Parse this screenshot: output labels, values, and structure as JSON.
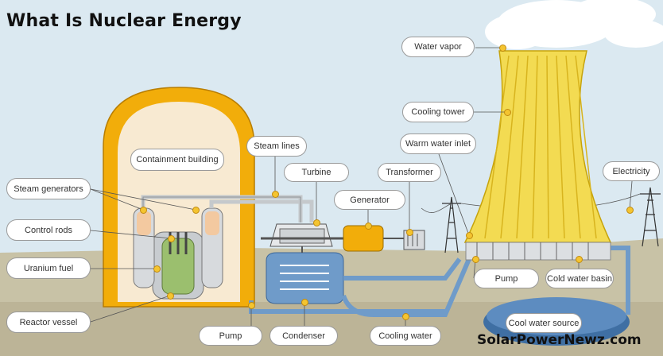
{
  "title": "What Is Nuclear Energy",
  "watermark": "SolarPowerNewz.com",
  "colors": {
    "sky": "#dbe9f1",
    "ground": "#c8c2a6",
    "containment": "#f2ad0a",
    "cooling_tower": "#f3db52",
    "water": "#6f9bc9",
    "pipe": "#d8dbde"
  },
  "labels": {
    "containment_building": "Containment building",
    "steam_lines": "Steam lines",
    "turbine": "Turbine",
    "generator": "Generator",
    "transformer": "Transformer",
    "warm_water_inlet": "Warm water inlet",
    "water_vapor": "Water vapor",
    "cooling_tower": "Cooling tower",
    "electricity": "Electricity",
    "steam_generators": "Steam generators",
    "control_rods": "Control rods",
    "uranium_fuel": "Uranium fuel",
    "reactor_vessel": "Reactor vessel",
    "pump_left": "Pump",
    "condenser": "Condenser",
    "cooling_water": "Cooling water",
    "pump_right": "Pump",
    "cold_water_basin": "Cold water basin",
    "cool_water_source": "Cool water source"
  }
}
